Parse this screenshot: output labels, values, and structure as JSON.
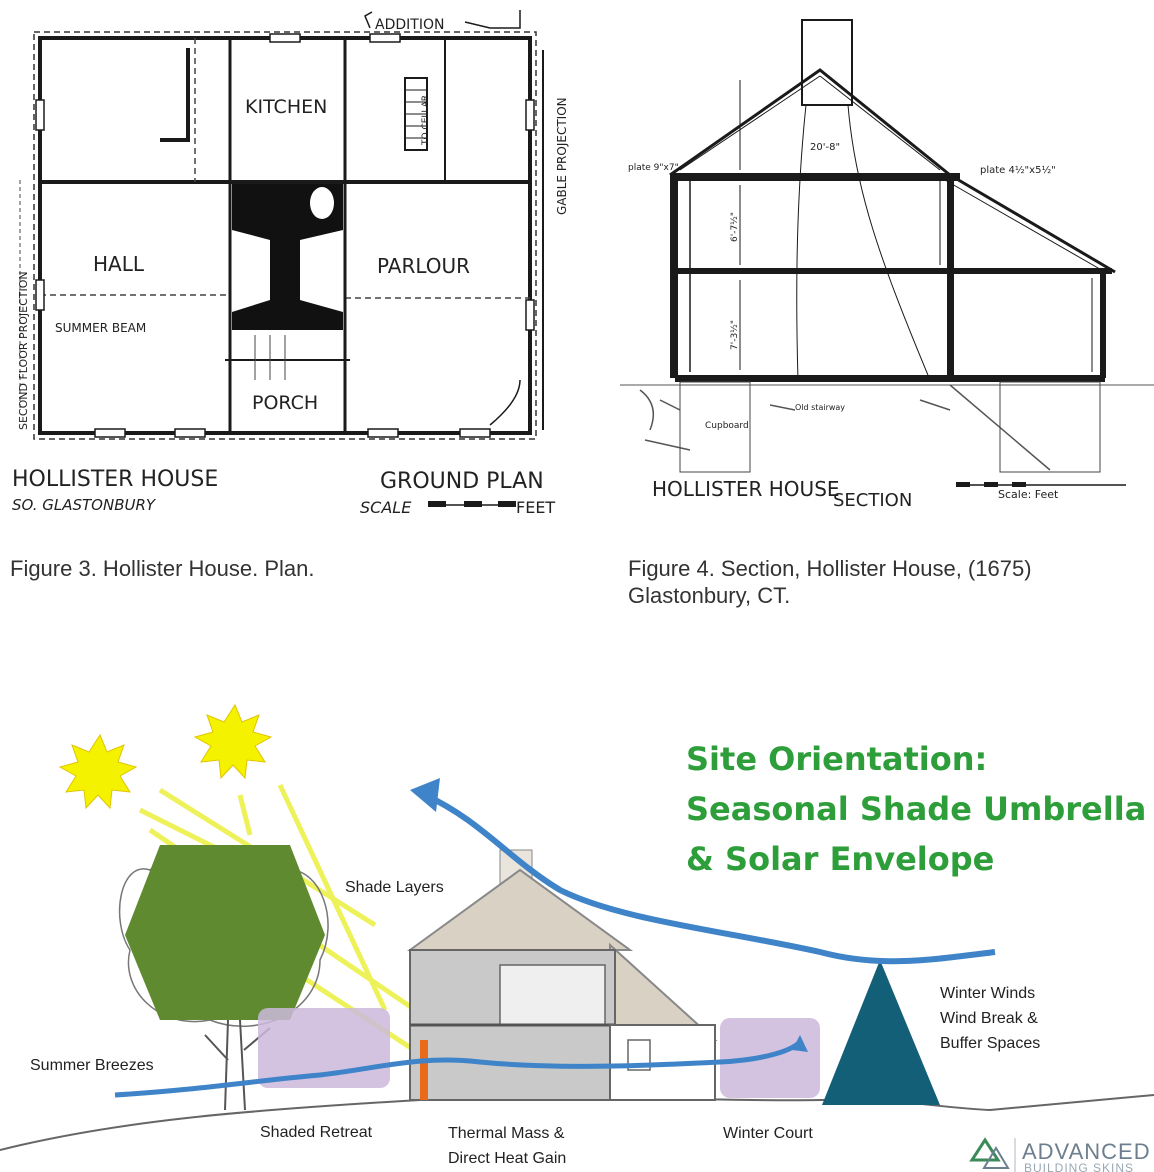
{
  "plan": {
    "addition": "ADDITION",
    "kitchen": "KITCHEN",
    "cellar": "TO CELLAR",
    "hall": "HALL",
    "parlour": "PARLOUR",
    "porch": "PORCH",
    "summer_beam": "SUMMER BEAM",
    "second_floor_projection": "SECOND FLOOR PROJECTION",
    "gable_projection": "GABLE PROJECTION",
    "house_name": "HOLLISTER HOUSE",
    "town": "SO. GLASTONBURY",
    "ground_plan": "GROUND PLAN",
    "scale": "SCALE",
    "feet": "FEET"
  },
  "section": {
    "plate_left": "plate 9\"x7\"",
    "plate_right": "plate 4½\"x5½\"",
    "dim_roof": "20'-8\"",
    "dim_upper": "6'-7½\"",
    "dim_lower": "7'-3½\"",
    "cupboard": "Cupboard",
    "note": "Old stairway",
    "house_name": "HOLLISTER HOUSE",
    "section_label": "SECTION",
    "scale": "Scale: Feet"
  },
  "captions": {
    "fig3": "Figure 3. Hollister House. Plan.",
    "fig4_line1": "Figure 4. Section, Hollister House, (1675)",
    "fig4_line2": "Glastonbury, CT."
  },
  "diagram": {
    "title_1": "Site Orientation:",
    "title_2": "Seasonal Shade Umbrella",
    "title_3": "& Solar Envelope",
    "shade_layers": "Shade Layers",
    "summer_breezes": "Summer Breezes",
    "winter_winds_1": "Winter Winds",
    "winter_winds_2": "Wind Break &",
    "winter_winds_3": "Buffer Spaces",
    "shaded_retreat": "Shaded Retreat",
    "thermal_mass_1": "Thermal Mass &",
    "thermal_mass_2": "Direct Heat Gain",
    "winter_court": "Winter Court",
    "logo_1": "ADVANCED",
    "logo_2": "BUILDING SKINS"
  },
  "colors": {
    "title_green": "#2e9e3a",
    "tree_green": "#5f8a2f",
    "sun_yellow": "#f5f200",
    "wind_blue": "#3f84c8",
    "buffer_lavender": "#cbb8dc",
    "evergreen_teal": "#145f78"
  }
}
